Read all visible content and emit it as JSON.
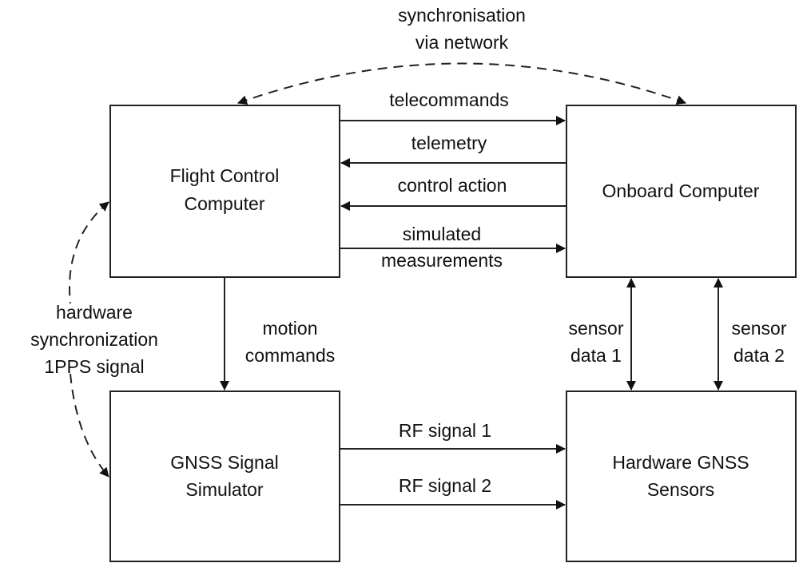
{
  "blocks": {
    "fcc": [
      "Flight Control",
      "Computer"
    ],
    "obc": [
      "Onboard Computer"
    ],
    "gss": [
      "GNSS Signal",
      "Simulator"
    ],
    "hgs": [
      "Hardware GNSS",
      "Sensors"
    ]
  },
  "links": {
    "sync_network": [
      "synchronisation",
      "via network"
    ],
    "telecommands": "telecommands",
    "telemetry": "telemetry",
    "control_action": "control action",
    "simulated_measurements": [
      "simulated",
      "measurements"
    ],
    "motion_commands": [
      "motion",
      "commands"
    ],
    "hw_sync": [
      "hardware",
      "synchronization",
      "1PPS signal"
    ],
    "sensor_data_1": [
      "sensor",
      "data 1"
    ],
    "sensor_data_2": [
      "sensor",
      "data 2"
    ],
    "rf_signal_1": "RF signal 1",
    "rf_signal_2": "RF signal 2"
  }
}
